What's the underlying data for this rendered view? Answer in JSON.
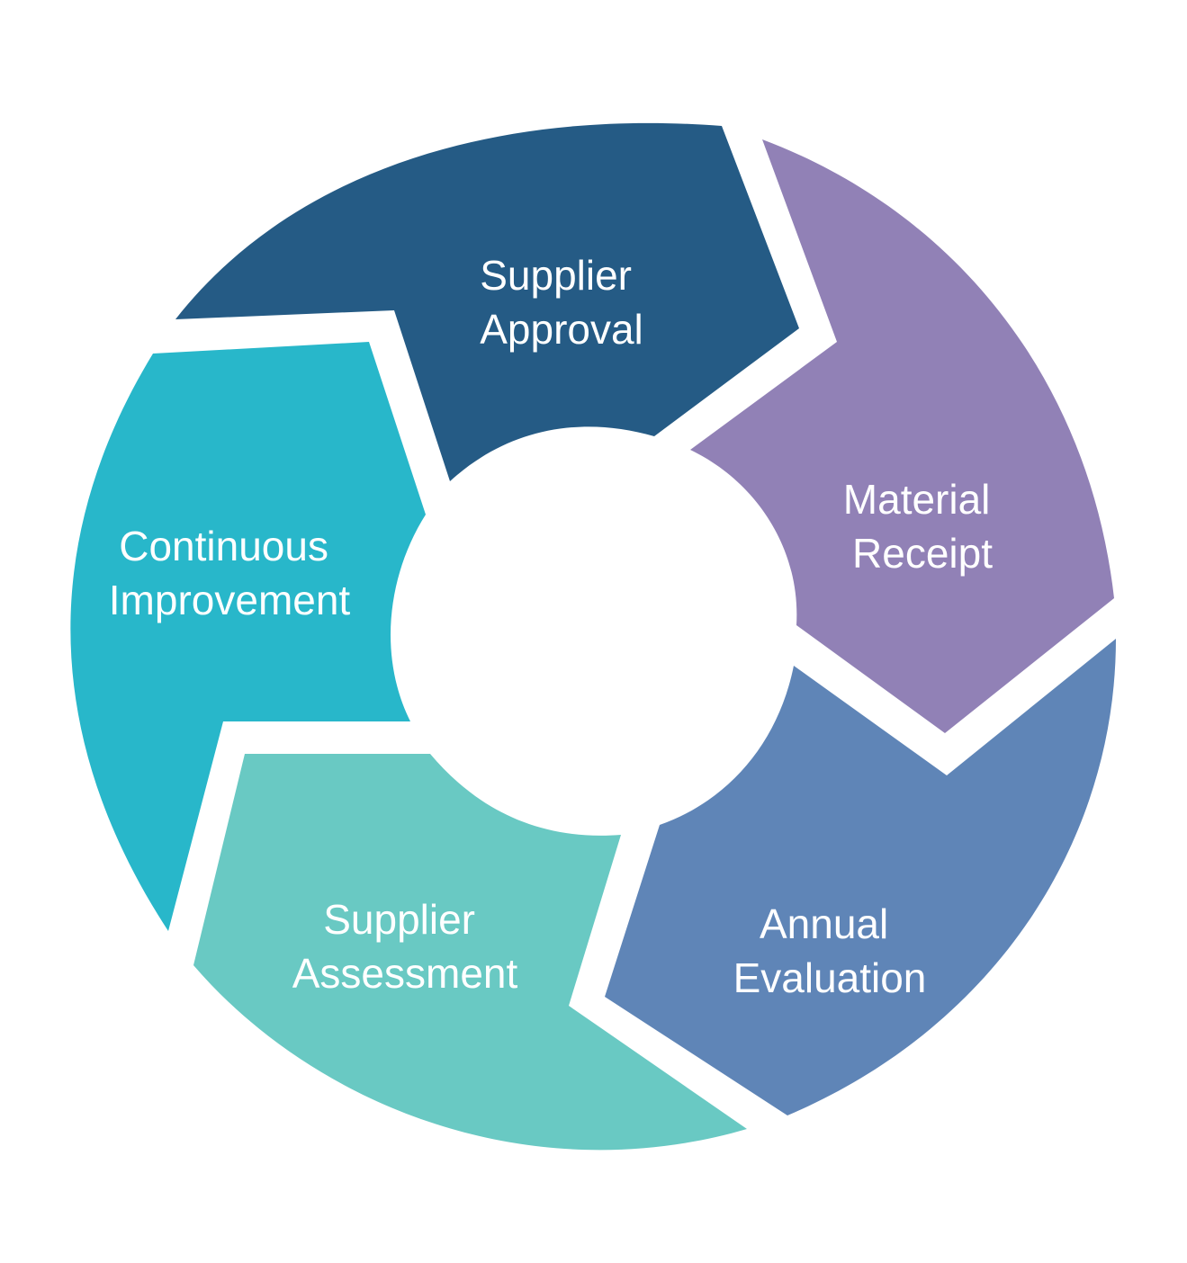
{
  "colors": {
    "background": "#ffffff",
    "label_text": "#ffffff"
  },
  "segments": [
    {
      "id": "supplier-approval",
      "label_line1": "Supplier",
      "label_line2": "Approval",
      "color": "#255b85"
    },
    {
      "id": "material-receipt",
      "label_line1": "Material",
      "label_line2": "Receipt",
      "color": "#9181b6"
    },
    {
      "id": "annual-evaluation",
      "label_line1": "Annual",
      "label_line2": "Evaluation",
      "color": "#5f85b7"
    },
    {
      "id": "supplier-assessment",
      "label_line1": "Supplier",
      "label_line2": "Assessment",
      "color": "#69c9c3"
    },
    {
      "id": "continuous-improvement",
      "label_line1": "Continuous",
      "label_line2": "Improvement",
      "color": "#28b7ca"
    }
  ]
}
